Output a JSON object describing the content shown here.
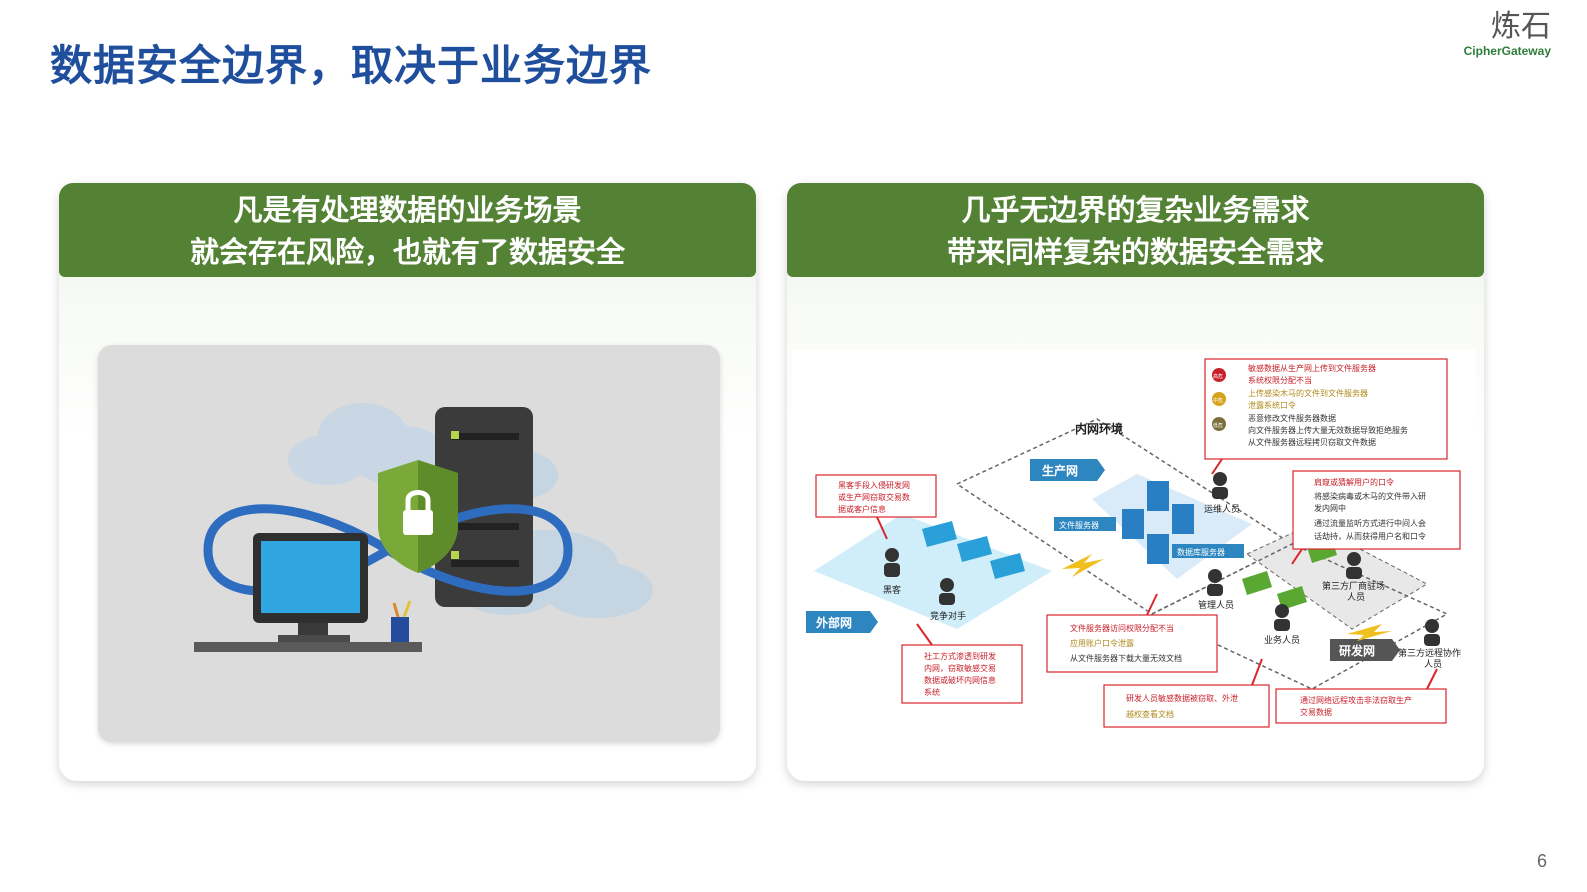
{
  "title": "数据安全边界，取决于业务边界",
  "logo": {
    "cn": "炼石",
    "en": "CipherGateway"
  },
  "page_number": "6",
  "left_panel": {
    "line1": "凡是有处理数据的业务场景",
    "line2": "就会存在风险，也就有了数据安全"
  },
  "right_panel": {
    "line1": "几乎无边界的复杂业务需求",
    "line2": "带来同样复杂的数据安全需求"
  },
  "diagram": {
    "zone_inner": "内网环境",
    "zone_production": "生产网",
    "zone_external": "外部网",
    "zone_rnd": "研发网",
    "file_server": "文件服务器",
    "db_server": "数据库服务器",
    "roles": {
      "ops": "运维人员",
      "hacker": "黑客",
      "competitor": "竞争对手",
      "admin": "管理人员",
      "business": "业务人员",
      "third_party_onsite_1": "第三方厂商驻场",
      "third_party_onsite_2": "人员",
      "third_party_remote_1": "第三方远程协作",
      "third_party_remote_2": "人员"
    },
    "levels": {
      "high": "高危",
      "mid": "中危",
      "low": "低危"
    },
    "risk_top": [
      "敏感数据从生产网上传到文件服务器",
      "系统权限分配不当",
      "上传感染木马的文件到文件服务器",
      "泄露系统口令",
      "恶意修改文件服务器数据",
      "向文件服务器上传大量无效数据导致拒绝服务",
      "从文件服务器远程拷贝窃取文件数据"
    ],
    "risk_right": [
      "肩窥或猜解用户的口令",
      "将感染病毒或木马的文件带入研",
      "发内网中",
      "通过流量监听方式进行中间人会",
      "话劫持，从而获得用户名和口令"
    ],
    "risk_hacker": [
      "黑客手段入侵研发网",
      "或生产网窃取交易数",
      "据或客户信息"
    ],
    "risk_social": [
      "社工方式渗透到研发",
      "内网，窃取敏感交易",
      "数据或破坏内网信息",
      "系统"
    ],
    "risk_file": [
      "文件服务器访问权限分配不当",
      "应用账户口令泄露",
      "从文件服务器下载大量无效文档"
    ],
    "risk_rnd": [
      "研发人员敏感数据被窃取、外泄",
      "越权查看文档"
    ],
    "risk_remote": [
      "通过网络远程攻击非法窃取生产",
      "交易数据"
    ]
  },
  "colors": {
    "title": "#1f4e9c",
    "header_green": "#548235",
    "risk_red": "#d9262b",
    "zone_blue": "#2e86c1"
  }
}
